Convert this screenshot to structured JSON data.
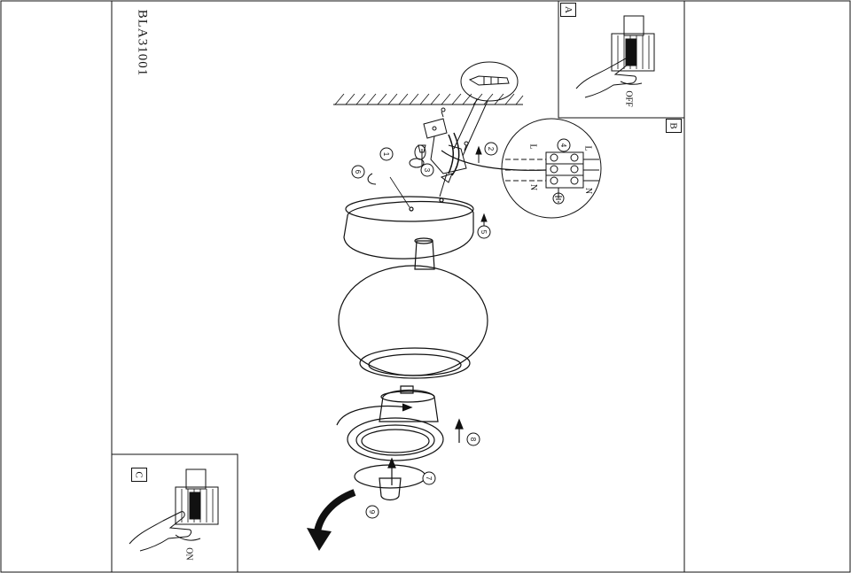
{
  "model_code": "BLA31001",
  "panels": {
    "a": "A",
    "b": "B",
    "c": "C"
  },
  "switch": {
    "off": "OFF",
    "on": "ON"
  },
  "wiring": {
    "l_top": "L",
    "n_bottom": "N",
    "l_right": "L",
    "n_right": "N"
  },
  "steps": [
    "1",
    "2",
    "3",
    "4",
    "5",
    "6",
    "7",
    "8",
    "9"
  ]
}
